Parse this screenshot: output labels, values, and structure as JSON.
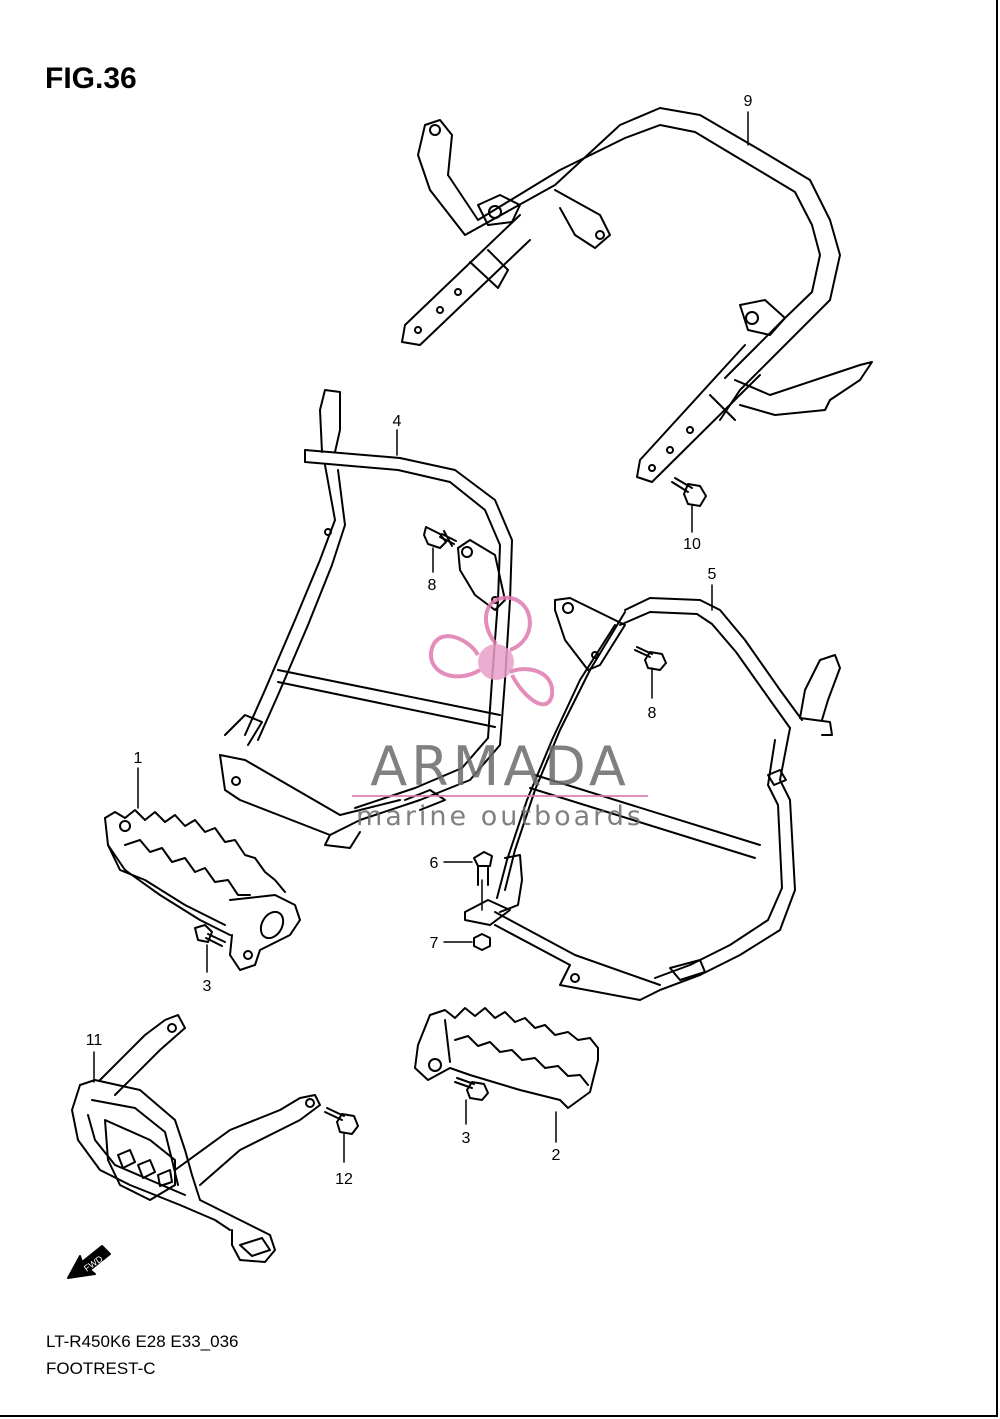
{
  "figure": {
    "title": "FIG.36",
    "model_code": "LT-R450K6 E28 E33_036",
    "section_name": "FOOTREST-C"
  },
  "callouts": [
    {
      "id": "9",
      "part": "frame-9"
    },
    {
      "id": "4",
      "part": "frame-4"
    },
    {
      "id": "8",
      "part": "bolt-8a"
    },
    {
      "id": "10",
      "part": "bolt-10"
    },
    {
      "id": "5",
      "part": "frame-5"
    },
    {
      "id": "8",
      "part": "bolt-8b"
    },
    {
      "id": "1",
      "part": "footrest-1"
    },
    {
      "id": "3",
      "part": "bolt-3a"
    },
    {
      "id": "6",
      "part": "bolt-6"
    },
    {
      "id": "7",
      "part": "nut-7"
    },
    {
      "id": "11",
      "part": "guard-11"
    },
    {
      "id": "12",
      "part": "bolt-12"
    },
    {
      "id": "3",
      "part": "bolt-3b"
    },
    {
      "id": "2",
      "part": "footrest-2"
    }
  ],
  "fwd_label": "FWD",
  "watermark": {
    "brand": "ARMADA",
    "tagline": "marine outboards",
    "logo_color": "#e07ab0"
  },
  "colors": {
    "line": "#000000",
    "background": "#ffffff"
  }
}
